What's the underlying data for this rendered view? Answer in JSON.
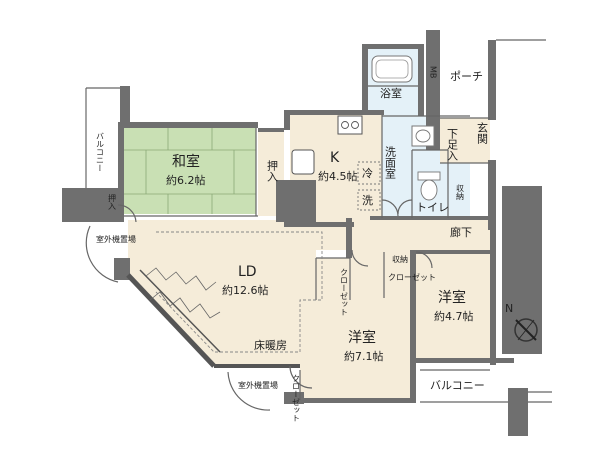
{
  "rooms": {
    "washitsu": {
      "name": "和室",
      "size": "約6.2帖"
    },
    "ld": {
      "name": "LD",
      "size": "約12.6帖",
      "note": "床暖房"
    },
    "kitchen": {
      "name": "K",
      "size": "約4.5帖"
    },
    "yoshitsu_large": {
      "name": "洋室",
      "size": "約7.1帖"
    },
    "yoshitsu_small": {
      "name": "洋室",
      "size": "約4.7帖"
    }
  },
  "labels": {
    "oshiire": "押入",
    "oshiire2": "押入",
    "balcony_left": "バルコニー",
    "balcony_right": "バルコニー",
    "outdoor_unit": "室外機置場",
    "outdoor_unit2": "室外機置場",
    "bathroom": "浴室",
    "washroom": "洗面室",
    "toilet": "トイレ",
    "porch": "ポーチ",
    "mb": "MB",
    "entrance": "玄関",
    "shoebox": "下足入",
    "hallway": "廊下",
    "storage": "収納",
    "storage2": "収納",
    "closet_w": "クローゼット",
    "closet_e": "クローゼット",
    "closet_sw": "クローゼット",
    "fridge": "冷",
    "washer": "洗",
    "north": "N"
  },
  "colors": {
    "tatami": "#c9e0b4",
    "floor": "#f5ecd9",
    "wet_area": "#e4f1f8",
    "wall": "#6f6f6f"
  }
}
